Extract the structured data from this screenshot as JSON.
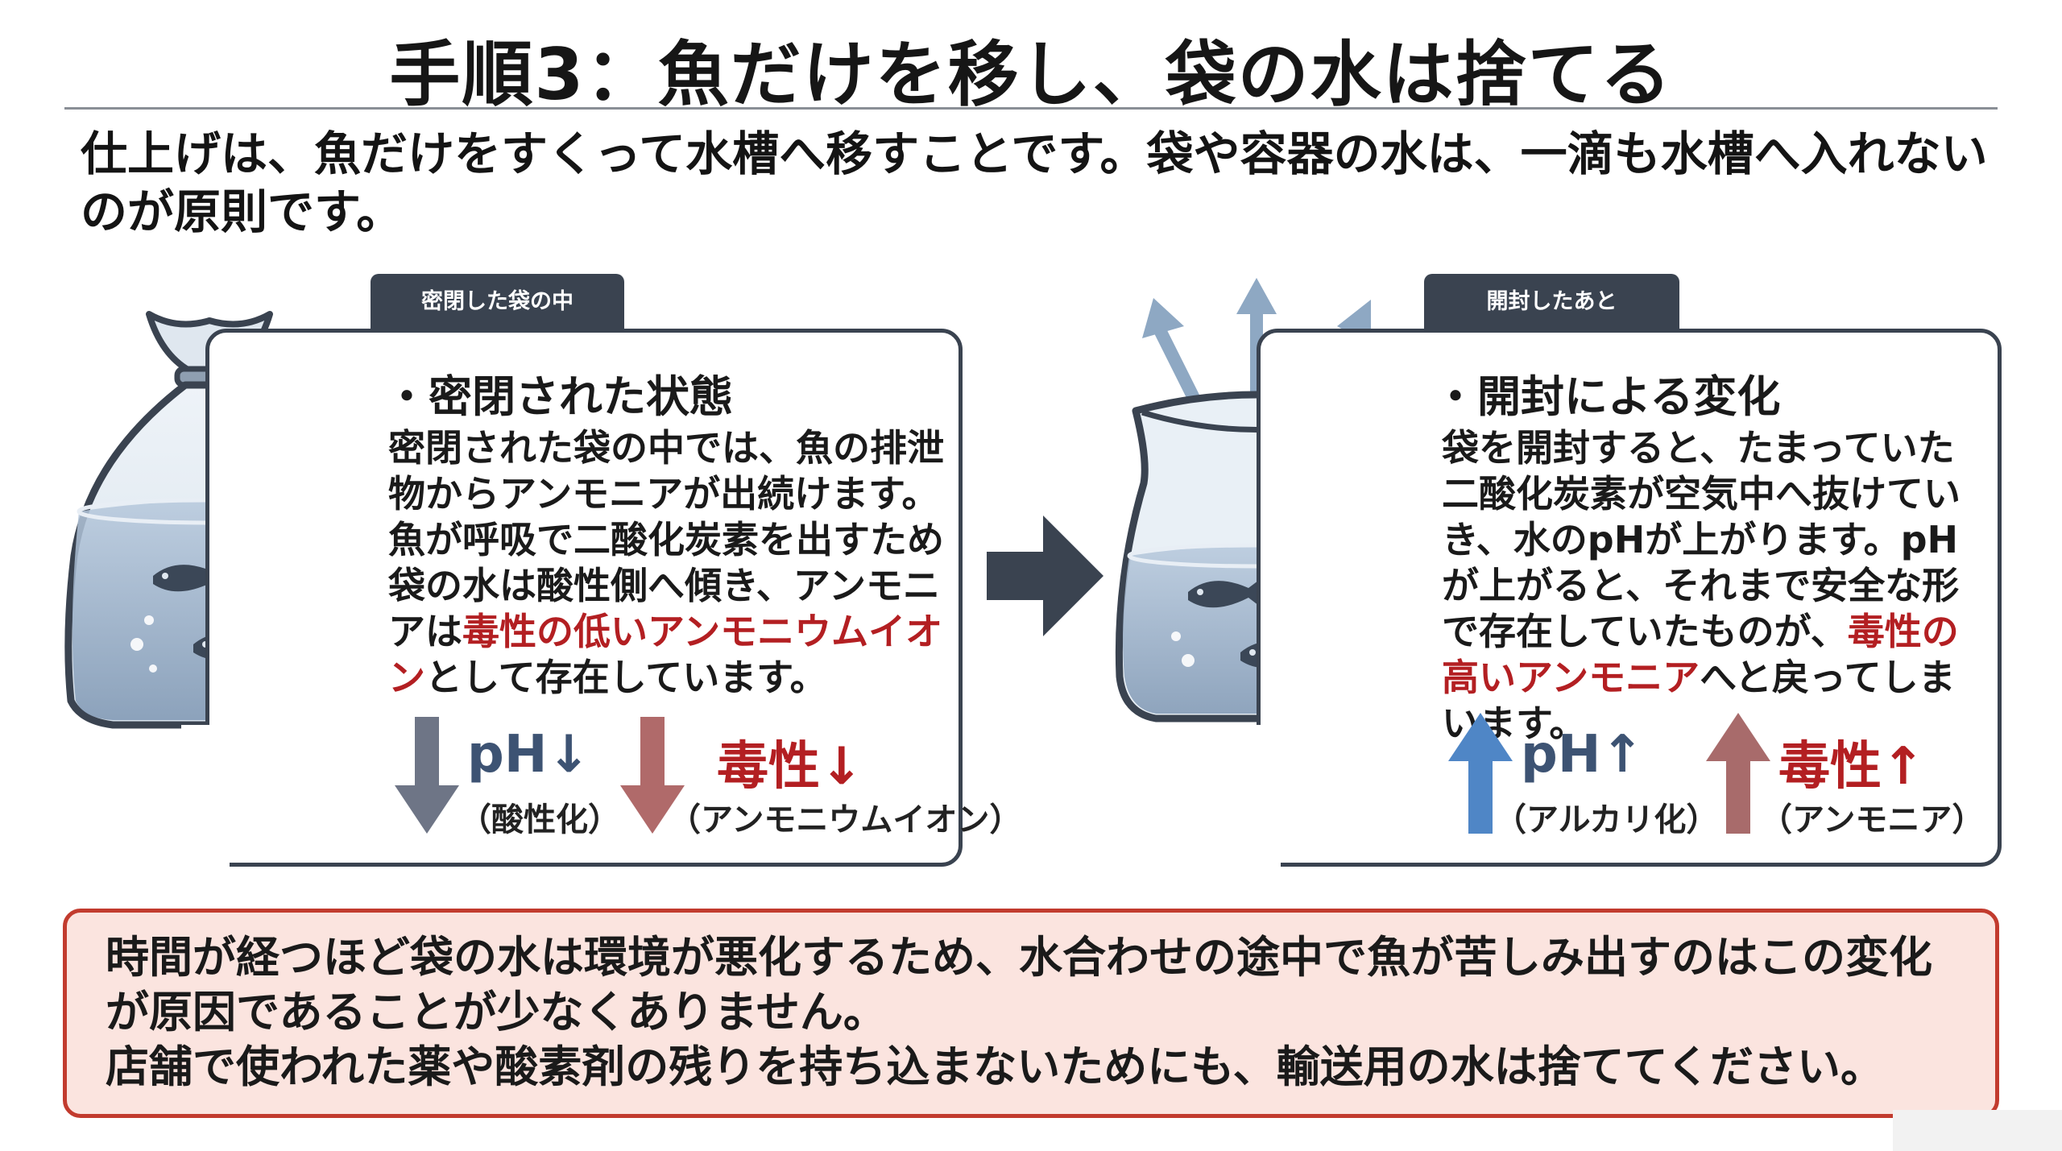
{
  "title": "手順3：魚だけを移し、袋の水は捨てる",
  "intro": "仕上げは、魚だけをすくって水槽へ移すことです。袋や容器の水は、一滴も水槽へ入れないのが原則です。",
  "left_panel": {
    "tab": "密閉した袋の中",
    "heading": "・密閉された状態",
    "body_1": "密閉された袋の中では、魚の排泄物からアンモニアが出続けます。魚が呼吸で二酸化炭素を出すため袋の水は酸性側へ傾き、アンモニアは",
    "body_red": "毒性の低いアンモニウムイオン",
    "body_2": "として存在しています。",
    "ind1_main": "pH↓",
    "ind1_sub": "（酸性化）",
    "ind2_main": "毒性↓",
    "ind2_sub": "（アンモニウムイオン）"
  },
  "right_panel": {
    "tab": "開封したあと",
    "heading": "・開封による変化",
    "body_1": "袋を開封すると、たまっていた二酸化炭素が空気中へ抜けていき、水のpHが上がります。pHが上がると、それまで安全な形で存在していたものが、",
    "body_red": "毒性の高いアンモニア",
    "body_2": "へと戻ってしまいます。",
    "ind1_main": "pH↑",
    "ind1_sub": "（アルカリ化）",
    "ind2_main": "毒性↑",
    "ind2_sub": "（アンモニア）"
  },
  "bottom": {
    "line1": "時間が経つほど袋の水は環境が悪化するため、水合わせの途中で魚が苦しみ出すのはこの変化が原因であることが少なくありません。",
    "line2": "店舗で使われた薬や酸素剤の残りを持ち込まないためにも、輸送用の水は捨ててください。"
  },
  "colors": {
    "panel_border": "#3a4350",
    "warning_red": "#b31f22",
    "alert_bg": "#fbe4df",
    "alert_border": "#c23b2e",
    "water_blue": "#9fb6cf"
  },
  "icons": [
    "tied-bag-icon",
    "open-bag-icon",
    "fish-icon",
    "right-arrow-icon",
    "gas-escape-arrows-icon"
  ]
}
